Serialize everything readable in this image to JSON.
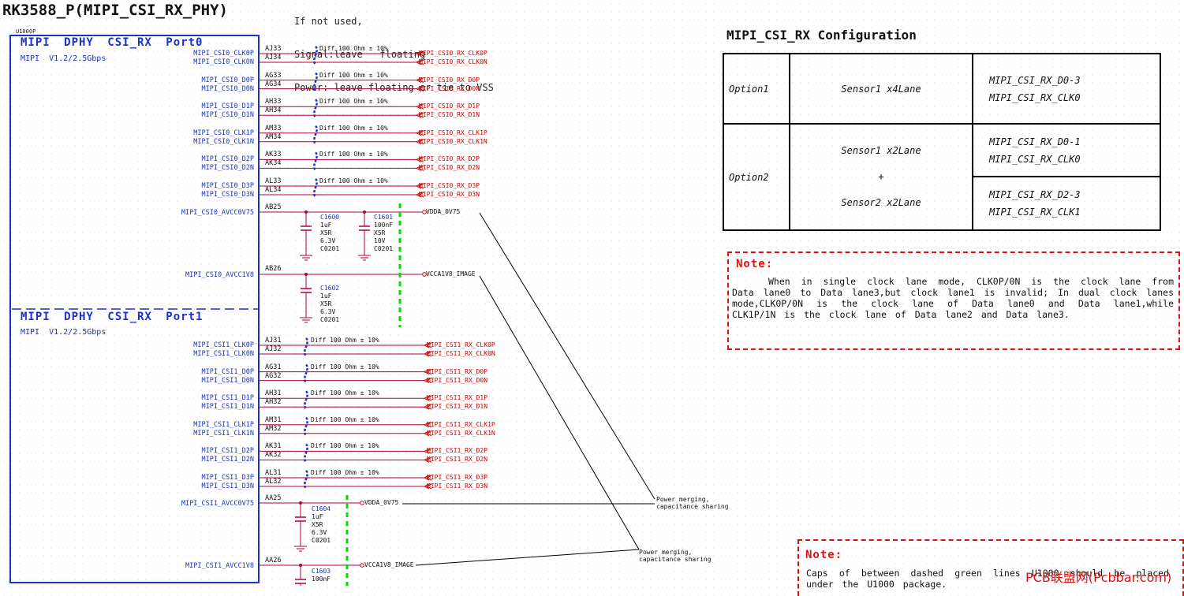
{
  "title": "RK3588_P(MIPI_CSI_RX_PHY)",
  "header_note": [
    "If not used,",
    "Signal:leave   floating",
    "Power: leave floating or tie to VSS"
  ],
  "part_ref": "U1000P",
  "ports": [
    {
      "title": "MIPI  DPHY  CSI_RX  Port0",
      "subtitle": "MIPI  V1.2/2.5Gbps",
      "pairs": [
        {
          "p": "MIPI_CSI0_CLK0P",
          "n": "MIPI_CSI0_CLK0N",
          "pin_p": "AJ33",
          "pin_n": "AJ34",
          "diff": "Diff 100 Ohm ± 10%",
          "net_p": "MIPI_CSI0_RX_CLK0P",
          "net_n": "MIPI_CSI0_RX_CLK0N"
        },
        {
          "p": "MIPI_CSI0_D0P",
          "n": "MIPI_CSI0_D0N",
          "pin_p": "AG33",
          "pin_n": "AG34",
          "diff": "Diff 100 Ohm ± 10%",
          "net_p": "MIPI_CSI0_RX_D0P",
          "net_n": "MIPI_CSI0_RX_D0N"
        },
        {
          "p": "MIPI_CSI0_D1P",
          "n": "MIPI_CSI0_D1N",
          "pin_p": "AH33",
          "pin_n": "AH34",
          "diff": "Diff 100 Ohm ± 10%",
          "net_p": "MIPI_CSI0_RX_D1P",
          "net_n": "MIPI_CSI0_RX_D1N"
        },
        {
          "p": "MIPI_CSI0_CLK1P",
          "n": "MIPI_CSI0_CLK1N",
          "pin_p": "AM33",
          "pin_n": "AM34",
          "diff": "Diff 100 Ohm ± 10%",
          "net_p": "MIPI_CSI0_RX_CLK1P",
          "net_n": "MIPI_CSI0_RX_CLK1N"
        },
        {
          "p": "MIPI_CSI0_D2P",
          "n": "MIPI_CSI0_D2N",
          "pin_p": "AK33",
          "pin_n": "AK34",
          "diff": "Diff 100 Ohm ± 10%",
          "net_p": "MIPI_CSI0_RX_D2P",
          "net_n": "MIPI_CSI0_RX_D2N"
        },
        {
          "p": "MIPI_CSI0_D3P",
          "n": "MIPI_CSI0_D3N",
          "pin_p": "AL33",
          "pin_n": "AL34",
          "diff": "Diff 100 Ohm ± 10%",
          "net_p": "MIPI_CSI0_RX_D3P",
          "net_n": "MIPI_CSI0_RX_D3N"
        }
      ],
      "power": [
        {
          "name": "MIPI_CSI0_AVCC0V75",
          "pin": "AB25",
          "net": "VDDA_0V75"
        },
        {
          "name": "MIPI_CSI0_AVCC1V8",
          "pin": "AB26",
          "net": "VCCA1V8_IMAGE"
        }
      ]
    },
    {
      "title": "MIPI  DPHY  CSI_RX  Port1",
      "subtitle": "MIPI  V1.2/2.5Gbps",
      "pairs": [
        {
          "p": "MIPI_CSI1_CLK0P",
          "n": "MIPI_CSI1_CLK0N",
          "pin_p": "AJ31",
          "pin_n": "AJ32",
          "diff": "Diff 100 Ohm ± 10%",
          "net_p": "MIPI_CSI1_RX_CLK0P",
          "net_n": "MIPI_CSI1_RX_CLK0N"
        },
        {
          "p": "MIPI_CSI1_D0P",
          "n": "MIPI_CSI1_D0N",
          "pin_p": "AG31",
          "pin_n": "AG32",
          "diff": "Diff 100 Ohm ± 10%",
          "net_p": "MIPI_CSI1_RX_D0P",
          "net_n": "MIPI_CSI1_RX_D0N"
        },
        {
          "p": "MIPI_CSI1_D1P",
          "n": "MIPI_CSI1_D1N",
          "pin_p": "AH31",
          "pin_n": "AH32",
          "diff": "Diff 100 Ohm ± 10%",
          "net_p": "MIPI_CSI1_RX_D1P",
          "net_n": "MIPI_CSI1_RX_D1N"
        },
        {
          "p": "MIPI_CSI1_CLK1P",
          "n": "MIPI_CSI1_CLK1N",
          "pin_p": "AM31",
          "pin_n": "AM32",
          "diff": "Diff 100 Ohm ± 10%",
          "net_p": "MIPI_CSI1_RX_CLK1P",
          "net_n": "MIPI_CSI1_RX_CLK1N"
        },
        {
          "p": "MIPI_CSI1_D2P",
          "n": "MIPI_CSI1_D2N",
          "pin_p": "AK31",
          "pin_n": "AK32",
          "diff": "Diff 100 Ohm ± 10%",
          "net_p": "MIPI_CSI1_RX_D2P",
          "net_n": "MIPI_CSI1_RX_D2N"
        },
        {
          "p": "MIPI_CSI1_D3P",
          "n": "MIPI_CSI1_D3N",
          "pin_p": "AL31",
          "pin_n": "AL32",
          "diff": "Diff 100 Ohm ± 10%",
          "net_p": "MIPI_CSI1_RX_D3P",
          "net_n": "MIPI_CSI1_RX_D3N"
        }
      ],
      "power": [
        {
          "name": "MIPI_CSI1_AVCC0V75",
          "pin": "AA25",
          "net": "VDDA_0V75"
        },
        {
          "name": "MIPI_CSI1_AVCC1V8",
          "pin": "AA26",
          "net": "VCCA1V8_IMAGE"
        }
      ]
    }
  ],
  "capacitors": [
    {
      "ref": "C1600",
      "value": "1uF",
      "dielectric": "X5R",
      "voltage": "6.3V",
      "package": "C0201"
    },
    {
      "ref": "C1601",
      "value": "100nF",
      "dielectric": "X5R",
      "voltage": "10V",
      "package": "C0201"
    },
    {
      "ref": "C1602",
      "value": "1uF",
      "dielectric": "X5R",
      "voltage": "6.3V",
      "package": "C0201"
    },
    {
      "ref": "C1604",
      "value": "1uF",
      "dielectric": "X5R",
      "voltage": "6.3V",
      "package": "C0201"
    },
    {
      "ref": "C1603",
      "value": "100nF"
    }
  ],
  "power_merge_notes": [
    {
      "line1": "Power   merging,",
      "line2": "capacitance   sharing"
    },
    {
      "line1": "Power   merging,",
      "line2": "capacitance   sharing"
    }
  ],
  "config": {
    "title": "MIPI_CSI_RX  Configuration",
    "option1": {
      "label": "Option1",
      "sensor": "Sensor1  x4Lane",
      "signals": [
        "MIPI_CSI_RX_D0-3",
        "MIPI_CSI_RX_CLK0"
      ]
    },
    "option2": {
      "label": "Option2",
      "sensor1": "Sensor1  x2Lane",
      "plus": "+",
      "sensor2": "Sensor2  x2Lane",
      "signals_a": [
        "MIPI_CSI_RX_D0-1",
        "MIPI_CSI_RX_CLK0"
      ],
      "signals_b": [
        "MIPI_CSI_RX_D2-3",
        "MIPI_CSI_RX_CLK1"
      ]
    }
  },
  "note1": {
    "title": "Note:",
    "text": "When in single clock lane mode, CLK0P/0N is the clock lane from Data lane0 to Data lane3,but clock lane1 is invalid; In dual clock lanes mode,CLK0P/0N is the clock lane of Data lane0 and Data lane1,while CLK1P/1N is the clock lane of Data lane2 and Data lane3."
  },
  "note2": {
    "title": "Note:",
    "text": "Caps of between dashed green lines U1000 should be placed under the U1000 package."
  },
  "watermark": "PCB联盟网(Pcbbar.com)",
  "colors": {
    "symbol": "#1a32c8",
    "net": "#d00000",
    "note_border": "#e01010",
    "placement_line": "#00dd00",
    "diff_marker": "#1a32c8"
  }
}
